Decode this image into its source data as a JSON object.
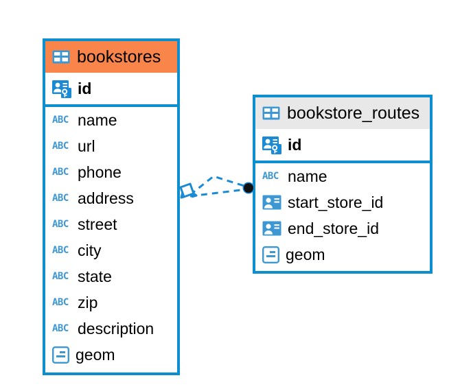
{
  "diagram": {
    "type": "entity-relationship-diagram",
    "accent_color": "#0d8ecf",
    "highlight_color": "#f9854b",
    "neutral_header_color": "#e8e8e8",
    "tables": [
      {
        "name": "bookstores",
        "header_style": "highlighted",
        "icon": "table-icon",
        "fields": [
          {
            "name": "id",
            "type_icon": "primary-key-icon",
            "key": "primary"
          },
          {
            "name": "name",
            "type_icon": "abc-icon",
            "key": "none"
          },
          {
            "name": "url",
            "type_icon": "abc-icon",
            "key": "none"
          },
          {
            "name": "phone",
            "type_icon": "abc-icon",
            "key": "none"
          },
          {
            "name": "address",
            "type_icon": "abc-icon",
            "key": "none"
          },
          {
            "name": "street",
            "type_icon": "abc-icon",
            "key": "none"
          },
          {
            "name": "city",
            "type_icon": "abc-icon",
            "key": "none"
          },
          {
            "name": "state",
            "type_icon": "abc-icon",
            "key": "none"
          },
          {
            "name": "zip",
            "type_icon": "abc-icon",
            "key": "none"
          },
          {
            "name": "description",
            "type_icon": "abc-icon",
            "key": "none"
          },
          {
            "name": "geom",
            "type_icon": "geometry-icon",
            "key": "none"
          }
        ]
      },
      {
        "name": "bookstore_routes",
        "header_style": "neutral",
        "icon": "table-icon",
        "fields": [
          {
            "name": "id",
            "type_icon": "primary-key-icon",
            "key": "primary"
          },
          {
            "name": "name",
            "type_icon": "abc-icon",
            "key": "none"
          },
          {
            "name": "start_store_id",
            "type_icon": "foreign-key-icon",
            "key": "foreign"
          },
          {
            "name": "end_store_id",
            "type_icon": "foreign-key-icon",
            "key": "foreign"
          },
          {
            "name": "geom",
            "type_icon": "geometry-icon",
            "key": "none"
          }
        ]
      }
    ],
    "relationship": {
      "from_table": "bookstores",
      "to_table": "bookstore_routes",
      "line_style": "dashed",
      "from_marker": "crows-foot-diamond",
      "to_marker": "filled-circle",
      "color": "#0d8ecf"
    },
    "labels": {
      "abc_glyph": "ABC"
    }
  }
}
